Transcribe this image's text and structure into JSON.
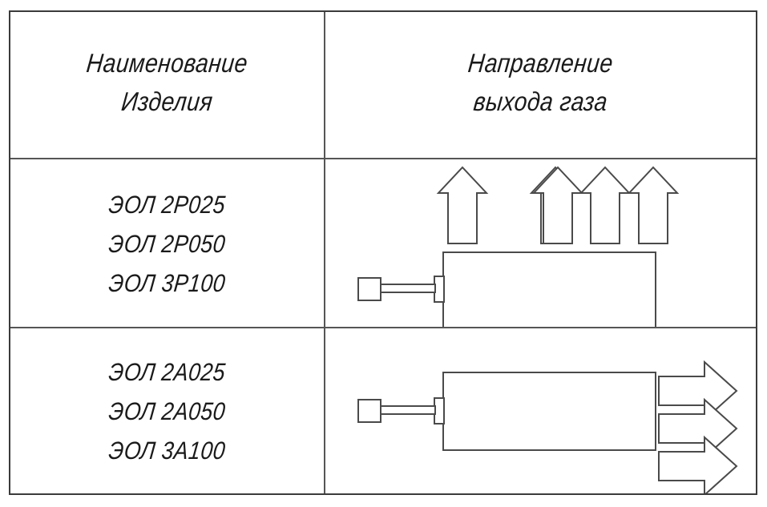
{
  "table": {
    "columns": [
      {
        "id": "name",
        "header_lines": [
          "Наименование",
          "Изделия"
        ]
      },
      {
        "id": "direction",
        "header_lines": [
          "Направление",
          "выхода газа"
        ]
      }
    ],
    "rows": [
      {
        "id": "radial",
        "products": [
          "ЭОЛ 2Р025",
          "ЭОЛ 2Р050",
          "ЭОЛ 3Р100"
        ],
        "diagram": {
          "name": "gas-outlet-up-diagram",
          "arrow_direction": "up",
          "arrow_count": 5
        }
      },
      {
        "id": "axial",
        "products": [
          "ЭОЛ 2А025",
          "ЭОЛ 2А050",
          "ЭОЛ 3А100"
        ],
        "diagram": {
          "name": "gas-outlet-right-diagram",
          "arrow_direction": "right",
          "arrow_count": 3
        }
      }
    ]
  },
  "style": {
    "border_color": "#3b3b3b",
    "divider_color": "#555555",
    "line_color": "#4a4a4a",
    "text_color": "#1a1a1a",
    "fill_color": "#ffffff"
  }
}
